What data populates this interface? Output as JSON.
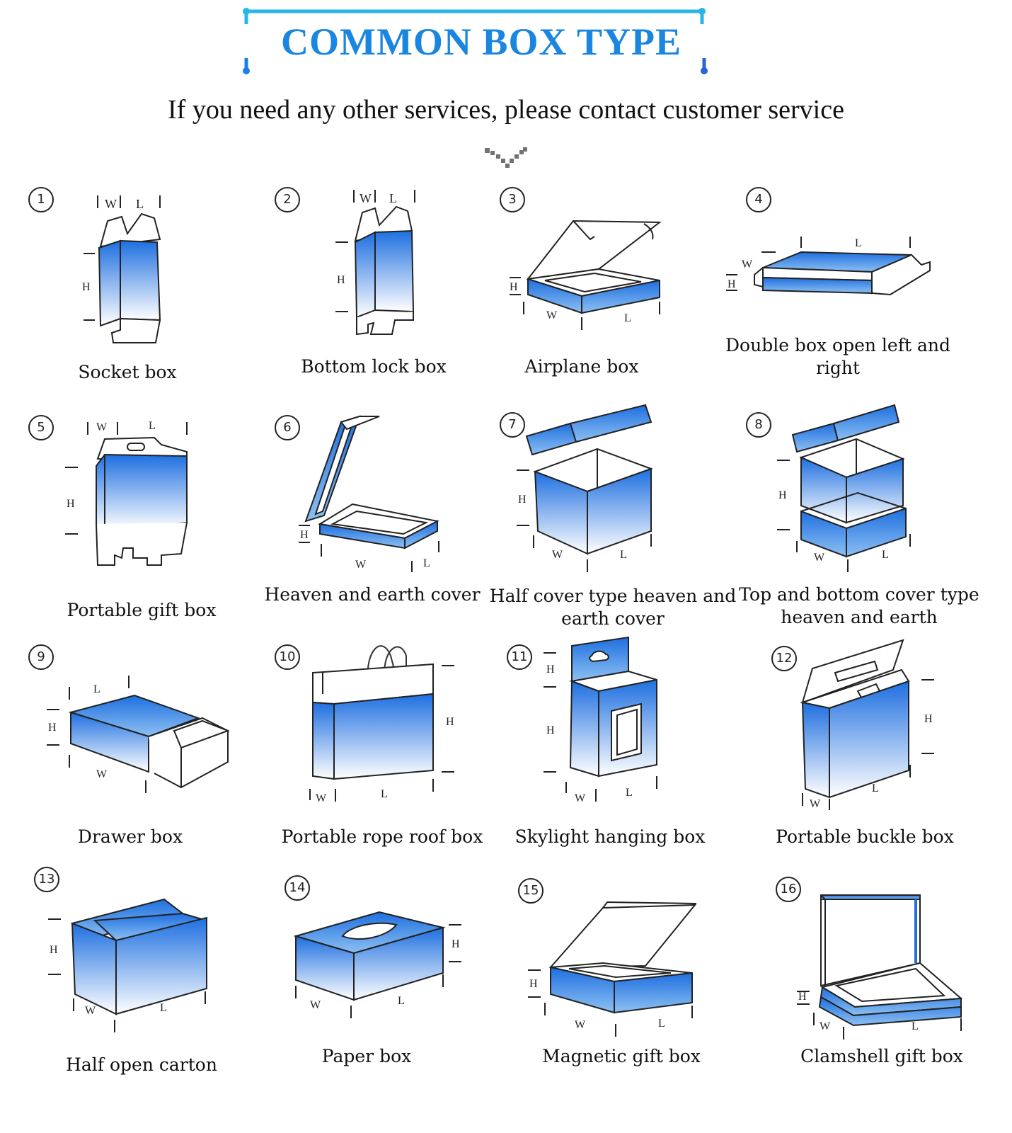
{
  "page": {
    "title": "COMMON BOX TYPE",
    "subtitle": "If you need any other services, please contact customer service",
    "accent_color": "#1a86e0"
  },
  "dimension_labels": {
    "length": "L",
    "width": "W",
    "height": "H"
  },
  "boxes": [
    {
      "number": "1",
      "name": "Socket box"
    },
    {
      "number": "2",
      "name": "Bottom lock box"
    },
    {
      "number": "3",
      "name": "Airplane box"
    },
    {
      "number": "4",
      "name": "Double box open left and right"
    },
    {
      "number": "5",
      "name": "Portable gift box"
    },
    {
      "number": "6",
      "name": "Heaven and earth cover"
    },
    {
      "number": "7",
      "name": "Half cover type heaven and earth cover"
    },
    {
      "number": "8",
      "name": "Top and bottom cover type heaven and earth"
    },
    {
      "number": "9",
      "name": "Drawer box"
    },
    {
      "number": "10",
      "name": "Portable rope roof box"
    },
    {
      "number": "11",
      "name": "Skylight hanging box"
    },
    {
      "number": "12",
      "name": "Portable buckle box"
    },
    {
      "number": "13",
      "name": "Half open carton"
    },
    {
      "number": "14",
      "name": "Paper box"
    },
    {
      "number": "15",
      "name": "Magnetic gift box"
    },
    {
      "number": "16",
      "name": "Clamshell gift box"
    }
  ]
}
